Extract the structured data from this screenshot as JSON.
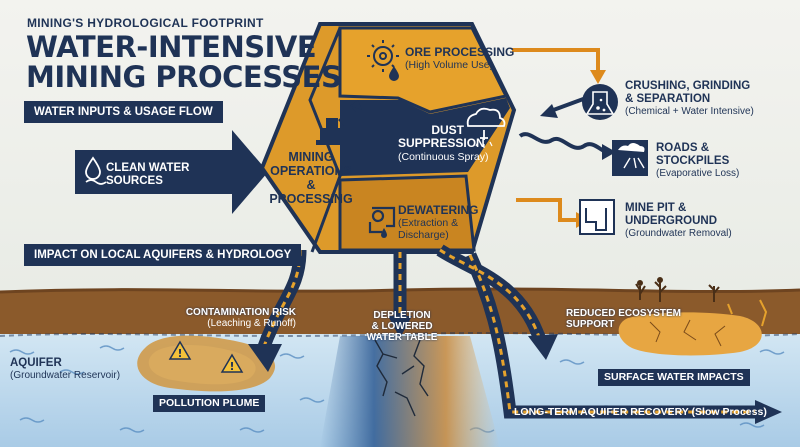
{
  "header": {
    "kicker": "MINING'S HYDROLOGICAL FOOTPRINT",
    "title_line1": "WATER-INTENSIVE",
    "title_line2": "MINING PROCESSES"
  },
  "tags": {
    "water_inputs": "WATER INPUTS & USAGE FLOW",
    "impact": "IMPACT ON LOCAL AQUIFERS & HYDROLOGY"
  },
  "clean_water": {
    "line1": "CLEAN WATER",
    "line2": "SOURCES"
  },
  "center": {
    "line1": "MINING",
    "line2": "OPERATIONS",
    "line3": "& PROCESSING"
  },
  "processes": {
    "ore": {
      "title": "ORE PROCESSING",
      "sub": "(High Volume Use)"
    },
    "dust": {
      "title1": "DUST",
      "title2": "SUPPRESSION",
      "sub": "(Continuous Spray)"
    },
    "dewatering": {
      "title": "DEWATERING",
      "sub1": "(Extraction &",
      "sub2": "Discharge)"
    }
  },
  "outputs": {
    "crushing": {
      "line1": "CRUSHING, GRINDING",
      "line2": "& SEPARATION",
      "sub": "(Chemical + Water Intensive)"
    },
    "roads": {
      "line1": "ROADS &",
      "line2": "STOCKPILES",
      "sub": "(Evaporative Loss)"
    },
    "mine_pit": {
      "line1": "MINE PIT &",
      "line2": "UNDERGROUND",
      "sub": "(Groundwater Removal)"
    }
  },
  "impacts": {
    "contamination": {
      "title": "CONTAMINATION RISK",
      "sub": "(Leaching & Runoff)"
    },
    "depletion": {
      "line1": "DEPLETION",
      "line2": "& LOWERED",
      "line3": "WATER TABLE"
    },
    "reduced": {
      "line1": "REDUCED ECOSYSTEM",
      "line2": "SUPPORT"
    },
    "aquifer": {
      "title": "AQUIFER",
      "sub": "(Groundwater Reservoir)"
    },
    "pollution": "POLLUTION PLUME",
    "surface": "SURFACE WATER IMPACTS",
    "recovery": "LONG-TERM AQUIFER RECOVERY (Slow Process)"
  },
  "colors": {
    "navy": "#1f3356",
    "orange": "#dd8a1c",
    "gold": "#e6a22c",
    "water": "#bcd9ee",
    "soil": "#8b5a2b"
  },
  "icons": [
    "gear-drop-icon",
    "cloud-spray-icon",
    "pump-pipe-icon",
    "water-drop-icon",
    "mining-excavator-icon",
    "flask-bubbles-icon",
    "rain-road-icon",
    "pit-shaft-icon",
    "warning-icon",
    "cracked-ground-icon",
    "dead-plants-icon"
  ]
}
